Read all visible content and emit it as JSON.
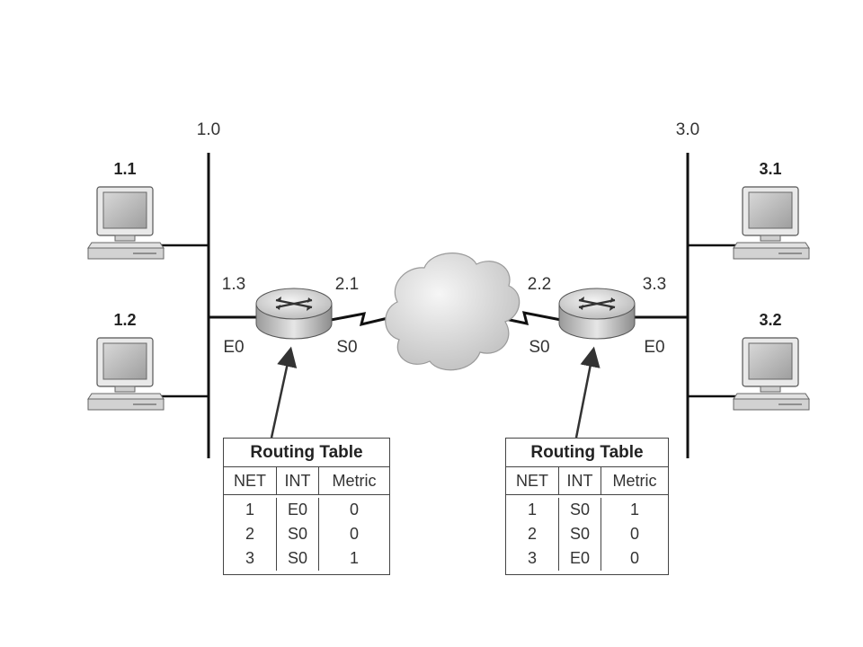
{
  "networks": {
    "left_segment": "1.0",
    "right_segment": "3.0"
  },
  "hosts": {
    "h11": "1.1",
    "h12": "1.2",
    "h31": "3.1",
    "h32": "3.2"
  },
  "router_a": {
    "ethernet_ip": "1.3",
    "serial_ip": "2.1",
    "ethernet_if": "E0",
    "serial_if": "S0"
  },
  "router_b": {
    "serial_ip": "2.2",
    "ethernet_ip": "3.3",
    "serial_if": "S0",
    "ethernet_if": "E0"
  },
  "tables": {
    "left": {
      "title": "Routing Table",
      "headers": [
        "NET",
        "INT",
        "Metric"
      ],
      "rows": [
        [
          "1",
          "E0",
          "0"
        ],
        [
          "2",
          "S0",
          "0"
        ],
        [
          "3",
          "S0",
          "1"
        ]
      ]
    },
    "right": {
      "title": "Routing Table",
      "headers": [
        "NET",
        "INT",
        "Metric"
      ],
      "rows": [
        [
          "1",
          "S0",
          "1"
        ],
        [
          "2",
          "S0",
          "0"
        ],
        [
          "3",
          "E0",
          "0"
        ]
      ]
    }
  }
}
